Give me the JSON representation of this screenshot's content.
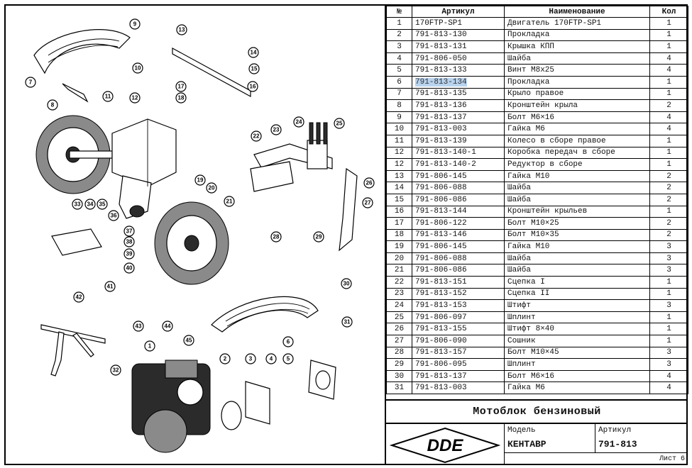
{
  "table": {
    "headers": {
      "num": "№",
      "article": "Артикул",
      "name": "Наименование",
      "qty": "Кол"
    },
    "rows": [
      {
        "num": "1",
        "article": "170FTP-SP1",
        "name": "Двигатель  170FTP-SP1",
        "qty": "1"
      },
      {
        "num": "2",
        "article": "791-813-130",
        "name": "Прокладка",
        "qty": "1"
      },
      {
        "num": "3",
        "article": "791-813-131",
        "name": "Крышка КПП",
        "qty": "1"
      },
      {
        "num": "4",
        "article": "791-806-050",
        "name": "Шайба",
        "qty": "4"
      },
      {
        "num": "5",
        "article": "791-813-133",
        "name": "Винт М8х25",
        "qty": "4"
      },
      {
        "num": "6",
        "article": "791-813-134",
        "name": "Прокладка",
        "qty": "1"
      },
      {
        "num": "7",
        "article": "791-813-135",
        "name": "Крыло правое",
        "qty": "1"
      },
      {
        "num": "8",
        "article": "791-813-136",
        "name": "Кронштейн крыла",
        "qty": "2"
      },
      {
        "num": "9",
        "article": "791-813-137",
        "name": "Болт М6×16",
        "qty": "4"
      },
      {
        "num": "10",
        "article": "791-813-003",
        "name": "Гайка М6",
        "qty": "4"
      },
      {
        "num": "11",
        "article": "791-813-139",
        "name": "Колесо в сборе правое",
        "qty": "1"
      },
      {
        "num": "12",
        "article": "791-813-140-1",
        "name": "Коробка передач в сборе",
        "qty": "1"
      },
      {
        "num": "12",
        "article": "791-813-140-2",
        "name": "Редуктор в сборе",
        "qty": "1"
      },
      {
        "num": "13",
        "article": "791-806-145",
        "name": "Гайка М10",
        "qty": "2"
      },
      {
        "num": "14",
        "article": "791-806-088",
        "name": "Шайба",
        "qty": "2"
      },
      {
        "num": "15",
        "article": "791-806-086",
        "name": "Шайба",
        "qty": "2"
      },
      {
        "num": "16",
        "article": "791-813-144",
        "name": "Кронштейн крыльев",
        "qty": "1"
      },
      {
        "num": "17",
        "article": "791-806-122",
        "name": "Болт М10×25",
        "qty": "2"
      },
      {
        "num": "18",
        "article": "791-813-146",
        "name": "Болт М10×35",
        "qty": "2"
      },
      {
        "num": "19",
        "article": "791-806-145",
        "name": "Гайка М10",
        "qty": "3"
      },
      {
        "num": "20",
        "article": "791-806-088",
        "name": "Шайба",
        "qty": "3"
      },
      {
        "num": "21",
        "article": "791-806-086",
        "name": "Шайба",
        "qty": "3"
      },
      {
        "num": "22",
        "article": "791-813-151",
        "name": "Сцепка I",
        "qty": "1"
      },
      {
        "num": "23",
        "article": "791-813-152",
        "name": "Сцепка II",
        "qty": "1"
      },
      {
        "num": "24",
        "article": "791-813-153",
        "name": "Штифт",
        "qty": "3"
      },
      {
        "num": "25",
        "article": "791-806-097",
        "name": "Шплинт",
        "qty": "1"
      },
      {
        "num": "26",
        "article": "791-813-155",
        "name": "Штифт 8×40",
        "qty": "1"
      },
      {
        "num": "27",
        "article": "791-806-090",
        "name": "Сошник",
        "qty": "1"
      },
      {
        "num": "28",
        "article": "791-813-157",
        "name": "Болт М10×45",
        "qty": "3"
      },
      {
        "num": "29",
        "article": "791-806-095",
        "name": "Шплинт",
        "qty": "3"
      },
      {
        "num": "30",
        "article": "791-813-137",
        "name": "Болт М6×16",
        "qty": "4"
      },
      {
        "num": "31",
        "article": "791-813-003",
        "name": "Гайка М6",
        "qty": "4"
      }
    ],
    "selected_row": 5,
    "selection_color": "#b8d3ee"
  },
  "title": "Мотоблок бензиновый",
  "logo_text": "DDE",
  "model_label": "Модель",
  "model_value": "КЕНТАВР",
  "article_label": "Артикул",
  "article_value": "791-813",
  "sheet_label": "Лист 6",
  "callouts": [
    "1",
    "2",
    "3",
    "4",
    "5",
    "6",
    "7",
    "8",
    "9",
    "10",
    "11",
    "12",
    "13",
    "14",
    "15",
    "16",
    "17",
    "18",
    "19",
    "20",
    "21",
    "22",
    "23",
    "24",
    "25",
    "26",
    "27",
    "28",
    "29",
    "30",
    "31",
    "32",
    "33",
    "34",
    "35",
    "36",
    "37",
    "38",
    "39",
    "40",
    "41",
    "42",
    "43",
    "44",
    "45"
  ]
}
